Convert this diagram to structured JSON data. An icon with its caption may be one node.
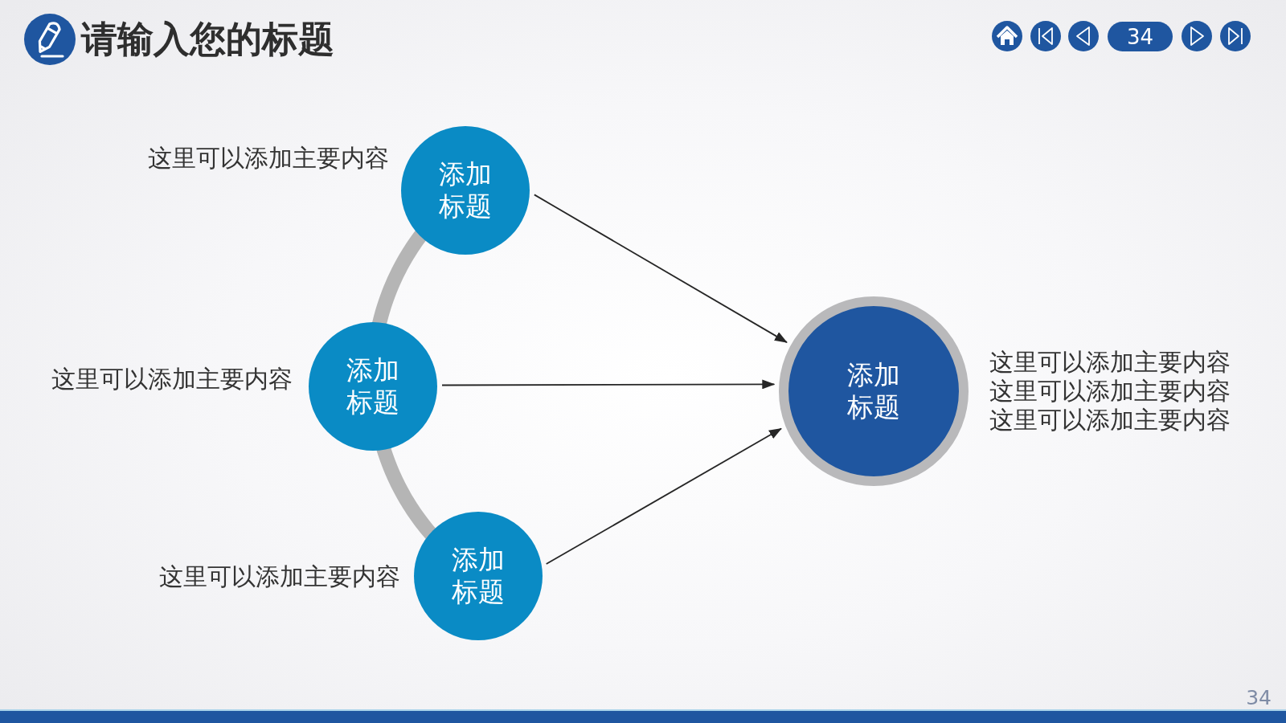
{
  "diagram": {
    "title": "请输入您的标题",
    "nodes": [
      {
        "text": [
          "添加标题"
        ],
        "beside": [
          "这里可以添加主要内容"
        ]
      },
      {
        "text": [
          "添加标题"
        ],
        "beside": [
          "这里可以添加主要内容"
        ]
      },
      {
        "text": [
          "添加标题"
        ],
        "beside": [
          "这里可以添加主要内容"
        ]
      },
      {
        "text": [
          "添加标题"
        ],
        "beside": [
          "这里可以添加主要内容这里可以添加主要内容这里可以添加主要内容"
        ]
      }
    ],
    "edges": [
      {
        "from": 0,
        "to": 1,
        "arrow": "none",
        "style": "thick",
        "color": "#b5b5b5"
      },
      {
        "from": 1,
        "to": 2,
        "arrow": "none",
        "style": "thick",
        "color": "#b5b5b5"
      },
      {
        "from": 0,
        "to": 3,
        "arrow": "to"
      },
      {
        "from": 1,
        "to": 3,
        "arrow": "to"
      },
      {
        "from": 2,
        "to": 3,
        "arrow": "to"
      }
    ],
    "labels": [
      "34",
      "34"
    ]
  }
}
